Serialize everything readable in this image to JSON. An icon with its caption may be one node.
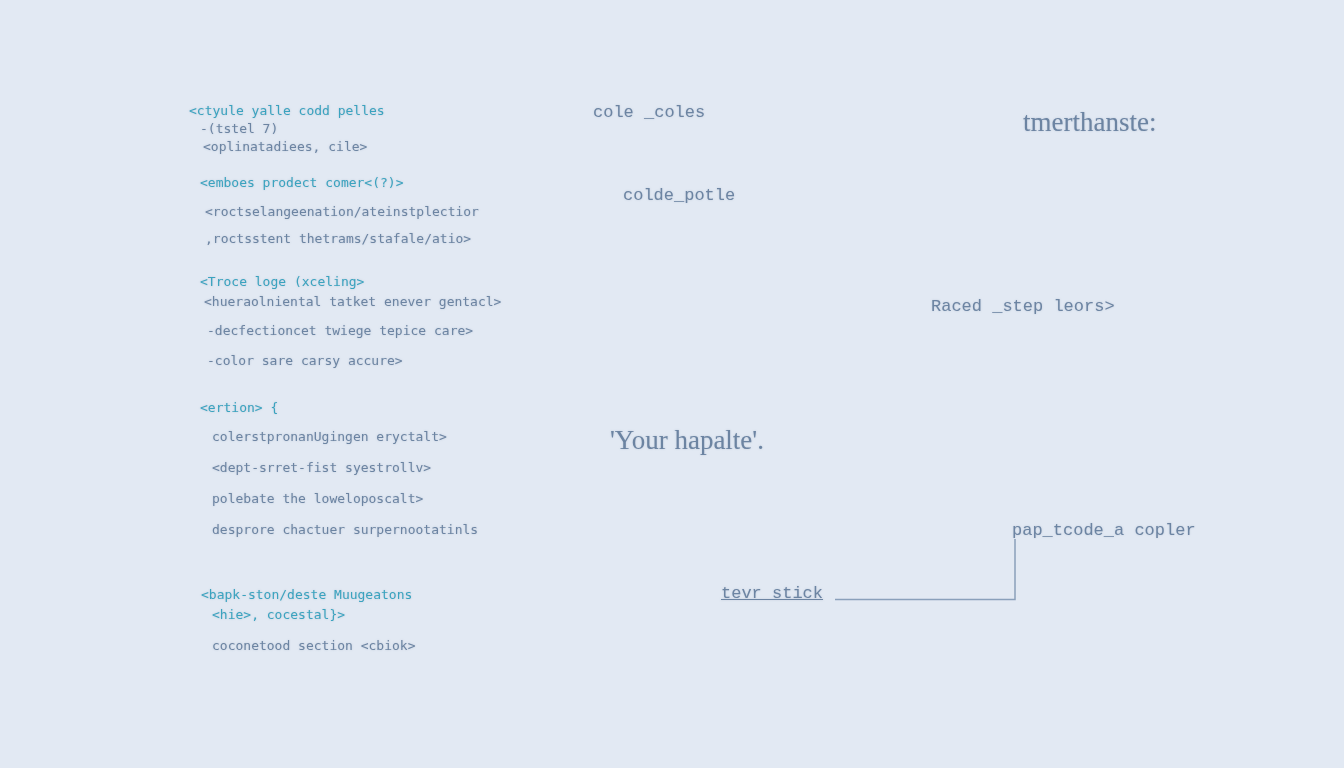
{
  "diagram": {
    "nodes": [
      {
        "text": [
          "pap_tcode_a copler"
        ]
      },
      {
        "text": [
          "tevr stick"
        ]
      }
    ],
    "edges": [
      {
        "from": 1,
        "to": 0,
        "arrow": "none"
      }
    ],
    "labels": [
      "<ctyule yalle codd pelles",
      "-(tstel 7)",
      "<oplinatadiees, cile>",
      "<emboes prodect comer<(?)>",
      "<roctselangeenation/ateinstplectior",
      ",roctsstent thetrams/stafale/atio>",
      "<Troce loge (xceling>",
      "<hueraolniental tatket enever gentacl>",
      "-decfectioncet twiege tepice care>",
      "-color sare carsy accure>",
      "<ertion> {",
      "colerstpronanUgingen eryctalt>",
      "<dept-srret-fist syestrollv>",
      "polebate the loweloposcalt>",
      "desprore chactuer surpernootatinls",
      "<bapk-ston/deste Muugeatons",
      "<hie>, cocestal}>",
      "coconetood section <cbiok>",
      "cole _coles",
      "tmerthanste:",
      "colde_potle",
      "Raced _step leors>",
      "'Your hapalte'."
    ]
  }
}
